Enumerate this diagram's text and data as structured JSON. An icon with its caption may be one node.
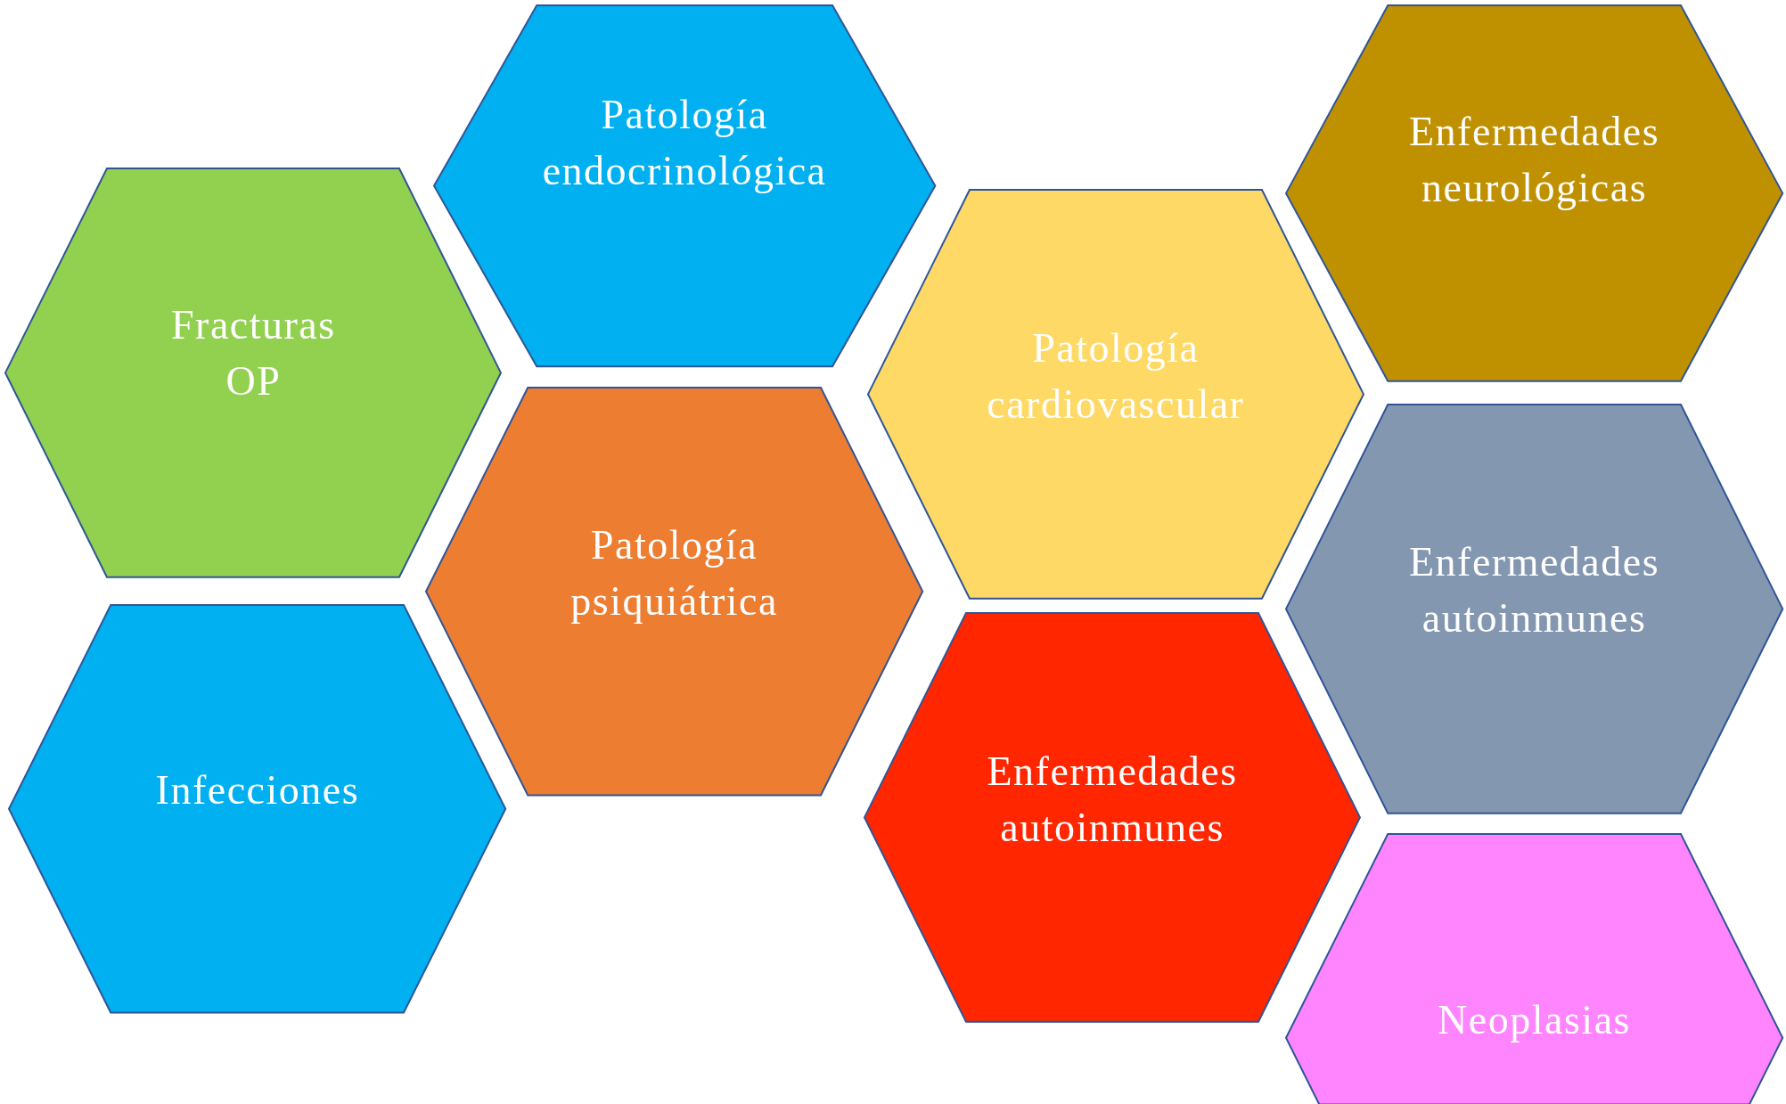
{
  "diagram": {
    "nodes": [
      {
        "text": [
          "Patología endocrinológica"
        ]
      },
      {
        "text": [
          "Fracturas OP"
        ]
      },
      {
        "text": [
          "Patología psiquiátrica"
        ]
      },
      {
        "text": [
          "Infecciones"
        ]
      },
      {
        "text": [
          "Patología cardiovascular"
        ]
      },
      {
        "text": [
          "Enfermedades autoinmunes"
        ]
      },
      {
        "text": [
          "Enfermedades neurológicas"
        ]
      },
      {
        "text": [
          "Enfermedades autoinmunes"
        ]
      },
      {
        "text": [
          "Neoplasias"
        ]
      }
    ]
  }
}
